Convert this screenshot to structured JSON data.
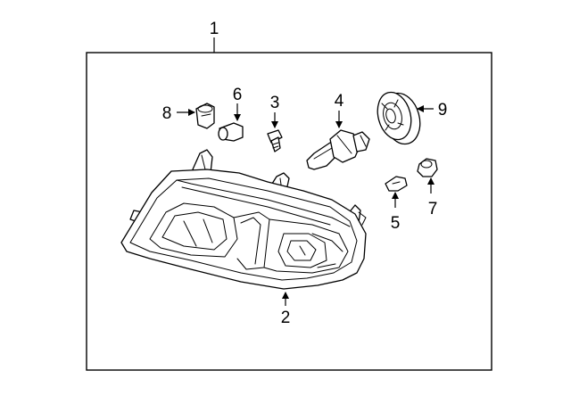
{
  "diagram": {
    "assembly_callout": "1",
    "parts": [
      {
        "id": "headlamp-assembly",
        "callout": "2"
      },
      {
        "id": "screw",
        "callout": "3"
      },
      {
        "id": "headlamp-bulb",
        "callout": "4"
      },
      {
        "id": "side-marker-bulb",
        "callout": "5"
      },
      {
        "id": "parking-bulb",
        "callout": "6"
      },
      {
        "id": "side-marker-socket",
        "callout": "7"
      },
      {
        "id": "parking-socket",
        "callout": "8"
      },
      {
        "id": "bulb-cover",
        "callout": "9"
      }
    ]
  },
  "colors": {
    "line": "#000000",
    "background": "#ffffff"
  }
}
